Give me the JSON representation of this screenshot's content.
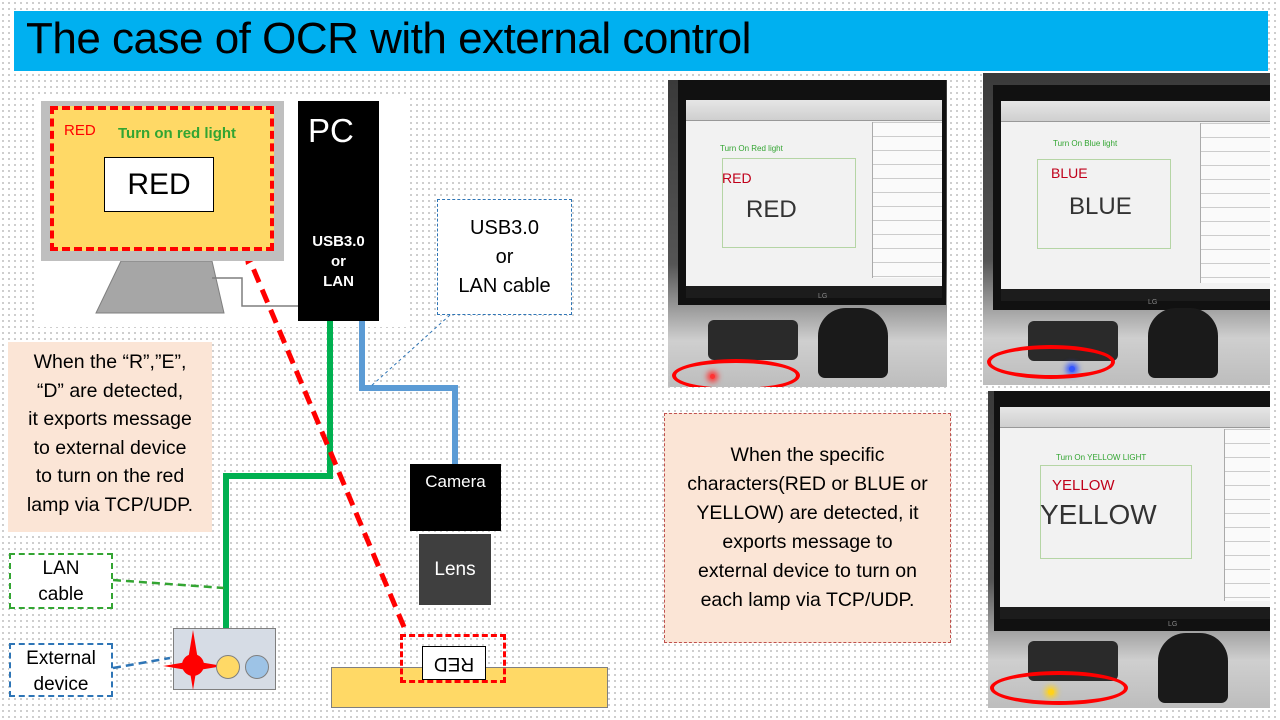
{
  "title": "The case of OCR  with external control",
  "monitor": {
    "small_label": "RED",
    "instruction": "Turn on red light",
    "detected_text": "RED"
  },
  "pc": {
    "label": "PC",
    "ports_line1": "USB3.0",
    "ports_line2": "or",
    "ports_line3": "LAN"
  },
  "usb_callout": {
    "line1": "USB3.0",
    "line2": "or",
    "line3": "LAN cable"
  },
  "left_note": {
    "lines": [
      "When the “R”,”E”,",
      "“D” are detected,",
      "it exports message",
      "to external device",
      "to turn on the red",
      "lamp via TCP/UDP."
    ]
  },
  "lan_callout": {
    "line1": "LAN",
    "line2": "cable"
  },
  "external_callout": {
    "line1": "External",
    "line2": "device"
  },
  "camera_label": "Camera",
  "lens_label": "Lens",
  "target_text": "RED",
  "right_note": {
    "lines": [
      "When the specific",
      "characters(RED or BLUE or",
      "YELLOW) are detected, it",
      "exports message to",
      "external device  to turn on",
      "each lamp via TCP/UDP."
    ]
  },
  "photos": [
    {
      "instruction": "Turn On Red light",
      "small": "RED",
      "large": "RED",
      "small_color": "#c0001a",
      "lamp_color": "#ff3333"
    },
    {
      "instruction": "Turn On Blue light",
      "small": "BLUE",
      "large": "BLUE",
      "small_color": "#c0001a",
      "lamp_color": "#3355ff"
    },
    {
      "instruction": "Turn On YELLOW LIGHT",
      "small": "YELLOW",
      "large": "YELLOW",
      "small_color": "#c0001a",
      "lamp_color": "#ffd21a"
    }
  ],
  "photo_brand": "LG",
  "colors": {
    "title_bar": "#00b0f0",
    "lan_green": "#00b050",
    "usb_blue": "#5b9bd5",
    "dashed_red": "#ff0000",
    "lamp_red": "#ff0000",
    "lamp_yellow": "#ffd966",
    "lamp_blue": "#9dc3e6"
  }
}
